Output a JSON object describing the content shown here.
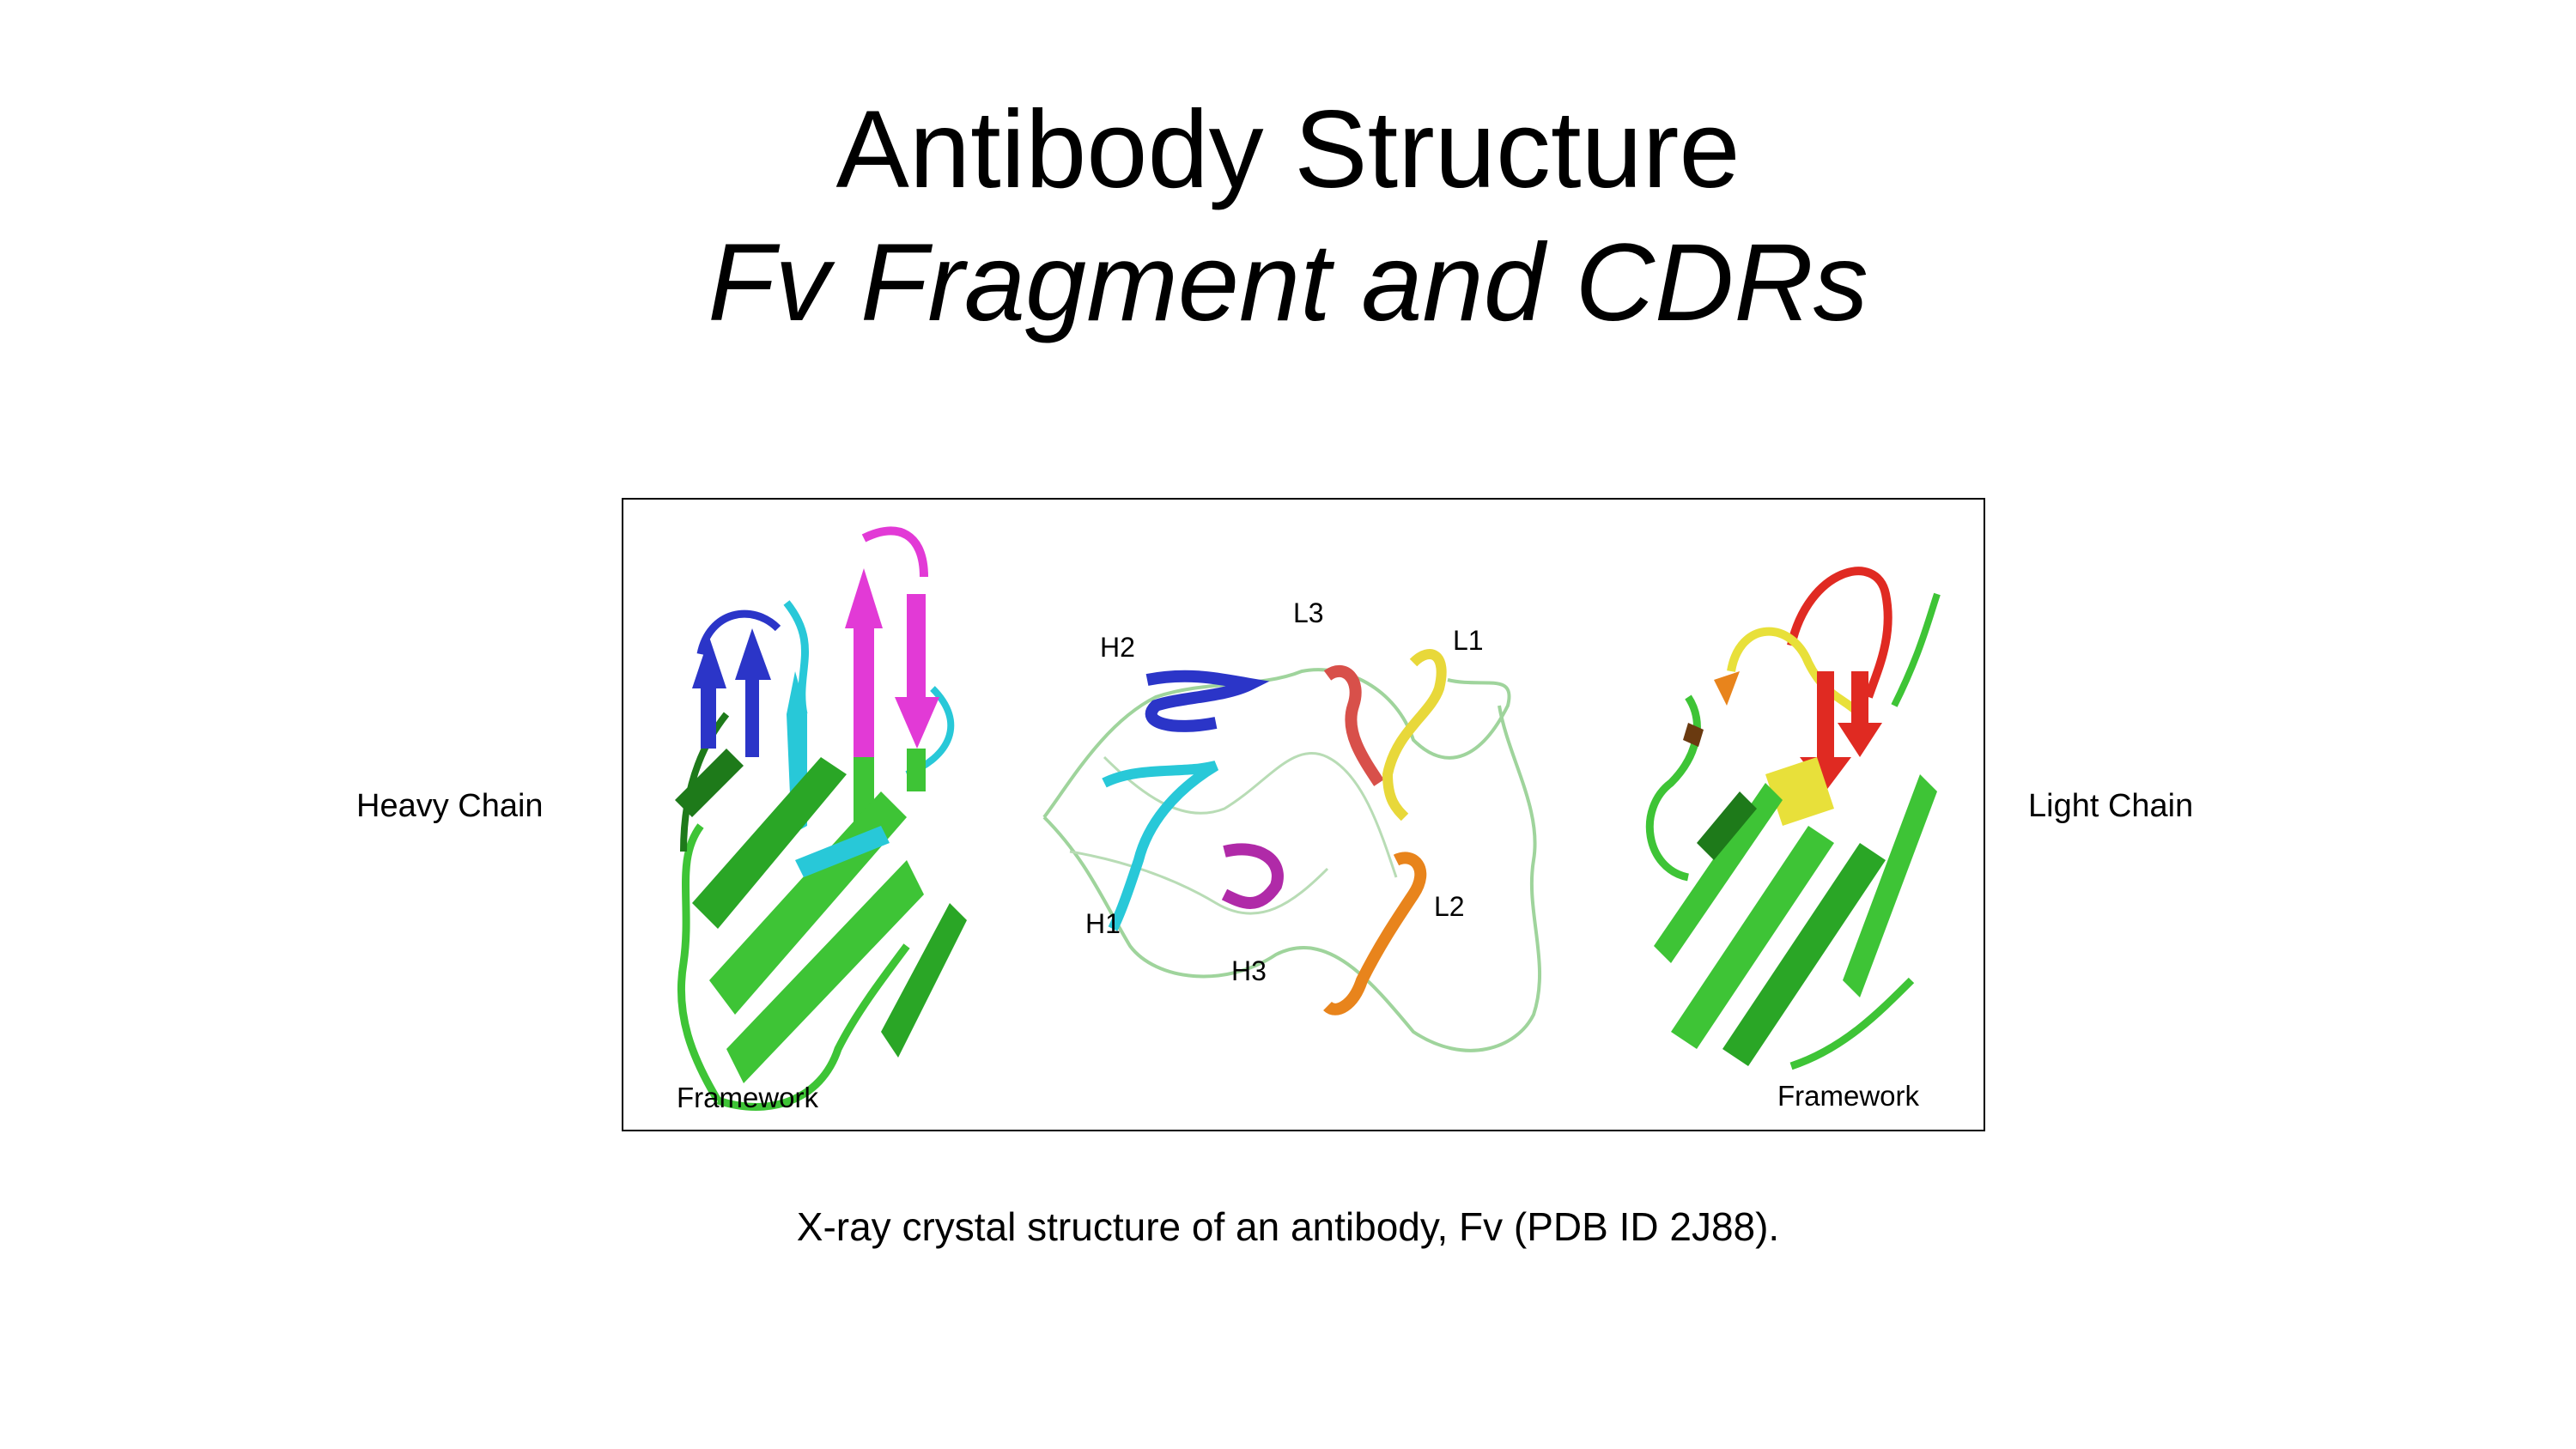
{
  "slide": {
    "title_line1": "Antibody Structure",
    "title_line2": "Fv Fragment and CDRs",
    "heavy_chain_label": "Heavy Chain",
    "light_chain_label": "Light Chain",
    "caption": "X-ray crystal structure of an antibody, Fv (PDB ID 2J88)."
  },
  "figure": {
    "framework_left": "Framework",
    "framework_right": "Framework",
    "cdr_labels": {
      "h1": "H1",
      "h2": "H2",
      "h3": "H3",
      "l1": "L1",
      "l2": "L2",
      "l3": "L3"
    },
    "colors": {
      "framework_green": "#3ec436",
      "framework_dark_green": "#1e7a1a",
      "h1_cyan": "#28c8d8",
      "h2_blue": "#2b35c8",
      "h3_magenta": "#e23ad6",
      "l1_yellow": "#e8e03a",
      "l2_orange": "#e8841c",
      "l3_red": "#e02a22"
    }
  }
}
